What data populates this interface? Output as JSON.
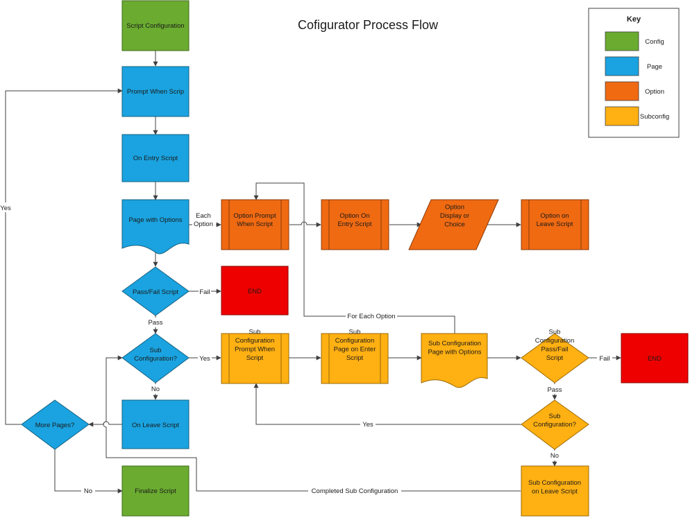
{
  "title": "Cofigurator Process Flow",
  "colors": {
    "config": "#6aab30",
    "page": "#1aa3e0",
    "option": "#f06a12",
    "subconfig": "#ffb012",
    "end": "#ee0000",
    "line": "#404040"
  },
  "key": {
    "title": "Key",
    "items": [
      {
        "label": "Config",
        "color": "config"
      },
      {
        "label": "Page",
        "color": "page"
      },
      {
        "label": "Option",
        "color": "option"
      },
      {
        "label": "Subconfig",
        "color": "subconfig"
      }
    ]
  },
  "nodes": {
    "script_config": {
      "label": "Script Configuration"
    },
    "prompt_when": {
      "label": "Prompt When Scrip"
    },
    "on_entry": {
      "label": "On Entry Script"
    },
    "page_options": {
      "label": "Page with Options"
    },
    "pass_fail": {
      "label": "Pass/Fail Script"
    },
    "end1": {
      "label": "END"
    },
    "sub_config_q": {
      "label": "Sub\nConfiguration?"
    },
    "on_leave": {
      "label": "On Leave Script"
    },
    "more_pages": {
      "label": "More Pages?"
    },
    "finalize": {
      "label": "Finalize Script"
    },
    "opt_prompt": {
      "label": "Option Prompt\nWhen Script"
    },
    "opt_entry": {
      "label": "Option On\nEntry Script"
    },
    "opt_display": {
      "label": "Option\nDisplay or\nChoice"
    },
    "opt_leave": {
      "label": "Option on\nLeave Script"
    },
    "sub_prompt": {
      "label": "Sub\nConfiguration\nPrompt When\nScript"
    },
    "sub_page_enter": {
      "label": "Sub\nConfiguration\nPage on Enter\nScript"
    },
    "sub_page_opts": {
      "label": "Sub Configuration\nPage with Options"
    },
    "sub_pass_fail": {
      "label": "Sub\nConfiguration\nPass/Fail\nScript"
    },
    "end2": {
      "label": "END"
    },
    "sub_config_q2": {
      "label": "Sub\nConfiguration?"
    },
    "sub_leave": {
      "label": "Sub Configuration\non Leave Script"
    }
  },
  "edge_labels": {
    "yes_left": "Yes",
    "each_option": "Each\nOption",
    "fail1": "Fail",
    "pass1": "Pass",
    "yes_sub": "Yes",
    "no_sub": "No",
    "for_each_option": "For Each Option",
    "fail2": "Fail",
    "pass2": "Pass",
    "yes_sub2": "Yes",
    "no_sub2": "No",
    "no_more": "No",
    "completed_sub": "Completed Sub Configuration"
  }
}
